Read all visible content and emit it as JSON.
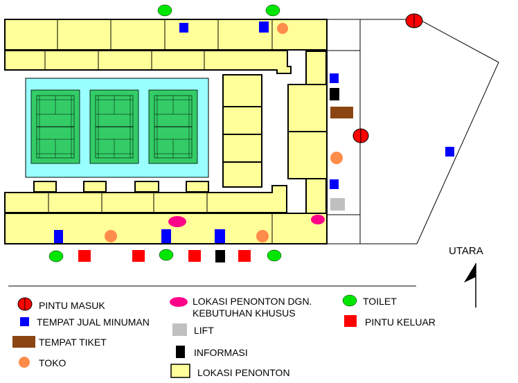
{
  "colors": {
    "seating": "#ffff99",
    "court_area": "#99ffff",
    "court": "#33cc66",
    "entrance": "#ff0000",
    "exit": "#ff0000",
    "toilet": "#00e600",
    "drink_stall": "#0000ff",
    "ticket": "#8b4513",
    "shop": "#ff8c4a",
    "special_needs": "#ff0088",
    "lift": "#c0c0c0",
    "information": "#000000",
    "outline": "#000000"
  },
  "north": {
    "label": "UTARA"
  },
  "legend": {
    "entrance": "PINTU MASUK",
    "drink_stall": "TEMPAT JUAL MINUMAN",
    "ticket": "TEMPAT TIKET",
    "shop": "TOKO",
    "special_needs_line1": "LOKASI PENONTON DGN.",
    "special_needs_line2": "KEBUTUHAN KHUSUS",
    "lift": "LIFT",
    "information": "INFORMASI",
    "seating": "LOKASI PENONTON",
    "toilet": "TOILET",
    "exit": "PINTU KELUAR"
  }
}
